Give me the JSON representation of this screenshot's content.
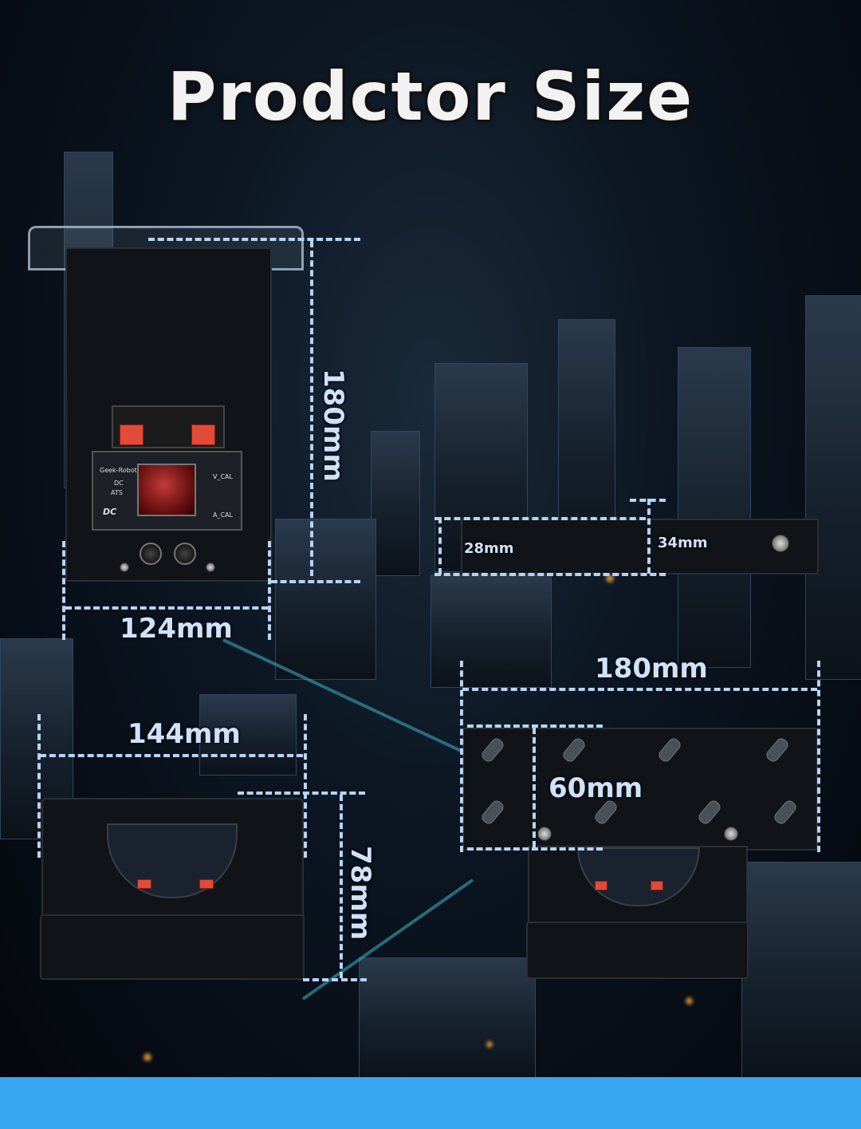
{
  "title": "Prodctor Size",
  "dimensions": {
    "front_height": "180mm",
    "front_width": "124mm",
    "side_thickness": "28mm",
    "side_depth": "34mm",
    "bottom_width": "144mm",
    "bottom_height": "78mm",
    "back_width": "180mm",
    "back_height": "60mm"
  },
  "device": {
    "brand": "Geek-Robot",
    "model_line1": "DC",
    "model_line2": "ATS",
    "model_badge": "DC",
    "voltage_label": "V_CAL",
    "current_label": "A_CAL"
  },
  "colors": {
    "dimension_line": "#b9d3f2",
    "bottom_bar": "#38a6f2",
    "terminal_red": "#e24a3a"
  }
}
